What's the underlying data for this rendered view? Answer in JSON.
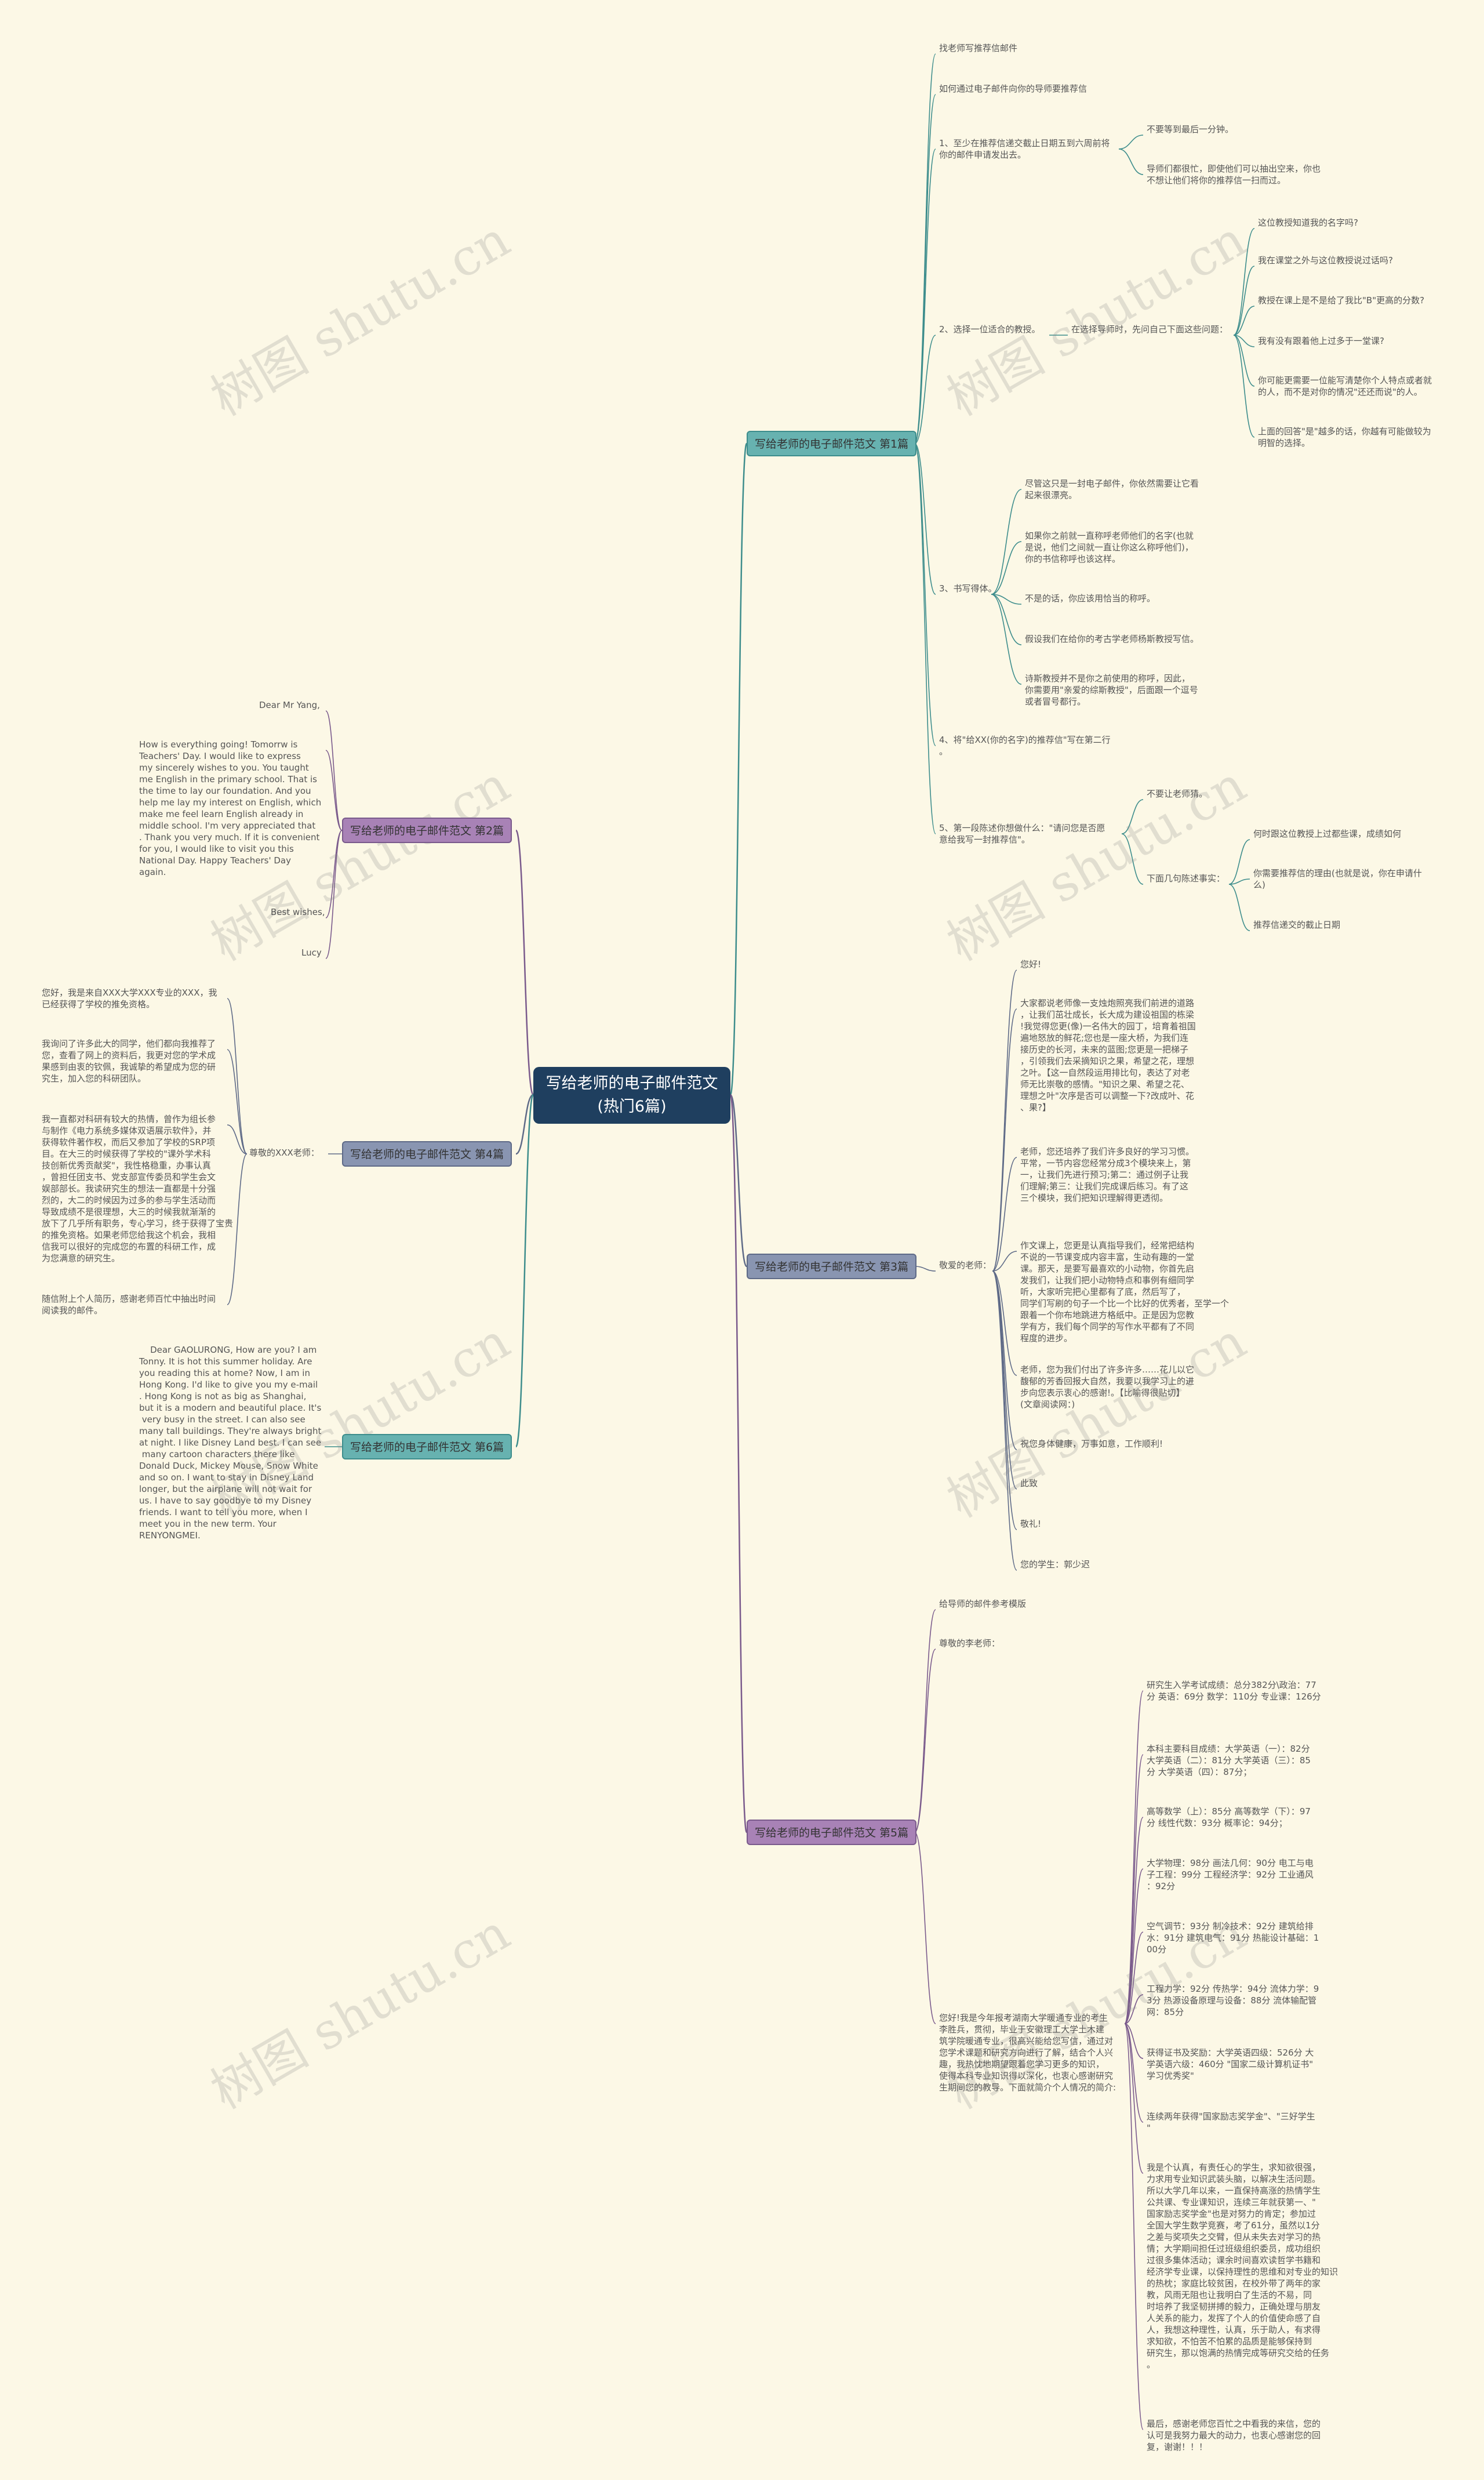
{
  "root": "写给老师的电子邮件范文(热门6篇)",
  "watermark": "树图 shutu.cn",
  "b1": {
    "title": "写给老师的电子邮件范文 第1篇",
    "n1": "找老师写推荐信邮件",
    "n2": "如何通过电子邮件向你的导师要推荐信",
    "n3": "1、至少在推荐信递交截止日期五到六周前将\n你的邮件申请发出去。",
    "n3a": "不要等到最后一分钟。",
    "n3b": "导师们都很忙，即使他们可以抽出空来，你也\n不想让他们将你的推荐信一扫而过。",
    "n4": "2、选择一位适合的教授。",
    "n4c": "在选择导师时，先问自己下面这些问题：",
    "n4q1": "这位教授知道我的名字吗?",
    "n4q2": "我在课堂之外与这位教授说过话吗?",
    "n4q3": "教授在课上是不是给了我比\"B\"更高的分数?",
    "n4q4": "我有没有跟着他上过多于一堂课?",
    "n4q5": "你可能更需要一位能写清楚你个人特点或者就\n的人，而不是对你的情况\"还还而说\"的人。",
    "n4q6": "上面的回答\"是\"越多的话，你越有可能做较为\n明智的选择。",
    "n5": "3、书写得体。",
    "n5a": "尽管这只是一封电子邮件，你依然需要让它看\n起来很漂亮。",
    "n5b": "如果你之前就一直称呼老师他们的名字(也就\n是说，他们之间就一直让你这么称呼他们)，\n你的书信称呼也该这样。",
    "n5c": "不是的话，你应该用恰当的称呼。",
    "n5d": "假设我们在给你的考古学老师杨斯教授写信。",
    "n5e": "诗斯教授并不是你之前使用的称呼，因此，\n你需要用\"亲爱的综斯教授\"，后面跟一个逗号\n或者冒号都行。",
    "n6": "4、将\"给XX(你的名字)的推荐信\"写在第二行\n。",
    "n7": "5、第一段陈述你想做什么：\"请问您是否愿\n意给我写一封推荐信\"。",
    "n7a": "不要让老师猜。",
    "n7b": "下面几句陈述事实：",
    "n7b1": "何时跟这位教授上过都些课，成绩如何",
    "n7b2": "你需要推荐信的理由(也就是说，你在申请什\n么)",
    "n7b3": "推荐信递交的截止日期"
  },
  "b2": {
    "title": "写给老师的电子邮件范文 第2篇",
    "greeting": "Dear Mr Yang,",
    "body": "How is everything going! Tomorrw is\nTeachers' Day. I would like to express\nmy sincerely wishes to you. You taught\nme English in the primary school. That is\nthe time to lay our foundation. And you\nhelp me lay my interest on English, which\nmake me feel learn English already in\nmiddle school. I'm very appreciated that\n. Thank you very much. If it is convenient\nfor you, I would like to visit you this\nNational Day. Happy Teachers' Day\nagain.",
    "closing": "Best wishes,",
    "sign": "Lucy"
  },
  "b3": {
    "title": "写给老师的电子邮件范文 第3篇",
    "greeting": "敬爱的老师：",
    "p1": "您好!",
    "p2": "大家都说老师像一支烛炮照亮我们前进的道路\n，让我们茁壮成长，长大成为建设祖国的栋梁\n!我觉得您更(像)一名伟大的园丁，培育着祖国\n遍地怒放的鲜花;您也是一座大桥，为我们连\n接历史的长河，未来的蓝图;您更是一把梯子\n，引领我们去采摘知识之果，希望之花，理想\n之叶。【这一自然段运用排比句，表达了对老\n师无比崇敬的感情。\"知识之果、希望之花、\n理想之叶\"次序是否可以调整一下?改成叶、花\n、果?】",
    "p3": "老师，您还培养了我们许多良好的学习习惯。\n平常，一节内容您经常分成3个模块来上，第\n一，让我们先进行预习;第二：通过例子让我\n们理解;第三：让我们完成课后练习。有了这\n三个模块，我们把知识理解得更透彻。",
    "p4": "作文课上，您更是认真指导我们，经常把结构\n不说的一节课变成内容丰富，生动有趣的一堂\n课。那天，是要写最喜欢的小动物，你首先启\n发我们，让我们把小动物特点和事例有细同学\n听，大家听完把心里都有了底，然后写了，\n同学们写刷的句子一个比一个比好的优秀者，至学一个\n跟着一个你布地跳进方格纸中。正是因为您教\n学有方，我们每个同学的写作水平都有了不同\n程度的进步。",
    "p5": "老师，您为我们付出了许多许多……花儿以它\n馥郁的芳香回报大自然，我要以我学习上的进\n步向您表示衷心的感谢!。【比喻得很贴切】\n(文章阅读网：)",
    "p6": "祝您身体健康，万事如意，工作顺利!",
    "p7": "此致",
    "p8": "敬礼!",
    "p9": "您的学生：郭少迟"
  },
  "b4": {
    "title": "写给老师的电子邮件范文 第4篇",
    "greeting": "尊敬的XXX老师：",
    "p1": "您好，我是来自XXX大学XXX专业的XXX，我\n已经获得了学校的推免资格。",
    "p2": "我询问了许多此大的同学，他们都向我推荐了\n您，查看了网上的资料后，我更对您的学术成\n果感到由衷的钦佩，我诚挚的希望成为您的研\n究生，加入您的科研团队。",
    "p3": "我一直都对科研有较大的热情，曾作为组长参\n与制作《电力系统多媒体双语展示软件》，并\n获得软件著作权，而后又参加了学校的SRP项\n目。在大三的时候获得了学校的\"课外学术科\n技创新优秀贡献奖\"，我性格稳重，办事认真\n，曾担任团支书、党支部宣传委员和学生会文\n娱部部长。我读研究生的想法一直都是十分强\n烈的，大二的时候因为过多的参与学生活动而\n导致成绩不是很理想，大三的时候我就渐渐的\n放下了几乎所有职务，专心学习，终于获得了宝贵\n的推免资格。如果老师您给我这个机会，我相\n信我可以很好的完成您的布置的科研工作，成\n为您满意的研究生。",
    "p4": "随信附上个人简历，感谢老师百忙中抽出时间\n阅读我的邮件。"
  },
  "b5": {
    "title": "写给老师的电子邮件范文 第5篇",
    "n1": "给导师的邮件参考模版",
    "n2": "尊敬的李老师：",
    "intro": "您好!我是今年报考湖南大学暖通专业的考生\n李胜兵，贯彻，毕业于安徽理工大学土木建\n筑学院暖通专业，很高兴能给您写信，通过对\n您学术课题和研究方向进行了解，结合个人兴\n趣，我热忱地期望跟着您学习更多的知识，\n使得本科专业知识得以深化，也衷心感谢研究\n生期间您的教导。下面就简介个人情况的简介:",
    "c1": "研究生入学考试成绩：总分382分\\政治：77\n分 英语：69分 数学：110分 专业课：126分",
    "c2": "本科主要科目成绩：大学英语（一）：82分\n大学英语（二）：81分 大学英语（三）：85\n分 大学英语（四）：87分；",
    "c3": "高等数学（上）：85分 高等数学（下）：97\n分 线性代数：93分 概率论：94分；",
    "c4": "大学物理：98分 画法几何：90分 电工与电\n子工程：99分 工程经济学：92分 工业通风\n：92分",
    "c5": "空气调节：93分 制冷技术：92分 建筑给排\n水：91分 建筑电气：91分 热能设计基础：1\n00分",
    "c6": "工程力学：92分 传热学：94分 流体力学：9\n3分 热源设备原理与设备：88分 流体输配管\n网：85分",
    "c7": "获得证书及奖励：大学英语四级：526分 大\n学英语六级：460分 \"国家二级计算机证书\"\n学习优秀奖\"",
    "c8": "连续两年获得\"国家励志奖学金\"、\"三好学生\n\"",
    "c9": "我是个认真，有责任心的学生，求知欲很强，\n力求用专业知识武装头脑，以解决生活问题。\n所以大学几年以来，一直保持高涨的热情学生\n公共课、专业课知识，连续三年就获第一、\"\n国家励志奖学金\"也是对努力的肯定；参加过\n全国大学生数学竞赛，考了61分，虽然以1分\n之差与奖项失之交臂，但从未失去对学习的热\n情；大学期间担任过班级组织委员，成功组织\n过很多集体活动；课余时间喜欢读哲学书籍和\n经济学专业课，以保持理性的思维和对专业的知识\n的热枕；家庭比较贫困，在校外带了两年的家\n教，风雨无阻也让我明白了生活的不易，同\n时培养了我坚韧拼搏的毅力，正确处理与朋友\n人关系的能力，发挥了个人的价值使命感了自\n人，我想这种理性，认真，乐于助人，有求得\n求知欲，不怕苦不怕累的品质是能够保持到\n研究生，那以饱满的热情完成等研究交给的任务\n。",
    "c10": "最后，感谢老师您百忙之中看我的来信，您的\n认可是我努力最大的动力，也衷心感谢您的回\n复，谢谢！！！"
  },
  "b6": {
    "title": "写给老师的电子邮件范文 第6篇",
    "body": "    Dear GAOLURONG, How are you? I am\nTonny. It is hot this summer holiday. Are\nyou reading this at home? Now, I am in\nHong Kong. I'd like to give you my e-mail\n. Hong Kong is not as big as Shanghai,\nbut it is a modern and beautiful place. It's\n very busy in the street. I can also see\nmany tall buildings. They're always bright\nat night. I like Disney Land best. I can see\n many cartoon characters there like\nDonald Duck, Mickey Mouse, Snow White\nand so on. I want to stay in Disney Land\nlonger, but the airplane will not wait for\nus. I have to say goodbye to my Disney\nfriends. I want to tell you more, when I\nmeet you in the new term. Your\nRENYONGMEI."
  },
  "colors": {
    "teal": "#3d8d8c",
    "purple": "#7a5a8c",
    "slate": "#5e6a87",
    "root": "#1f3f5f",
    "bg": "#fcf8e6"
  }
}
